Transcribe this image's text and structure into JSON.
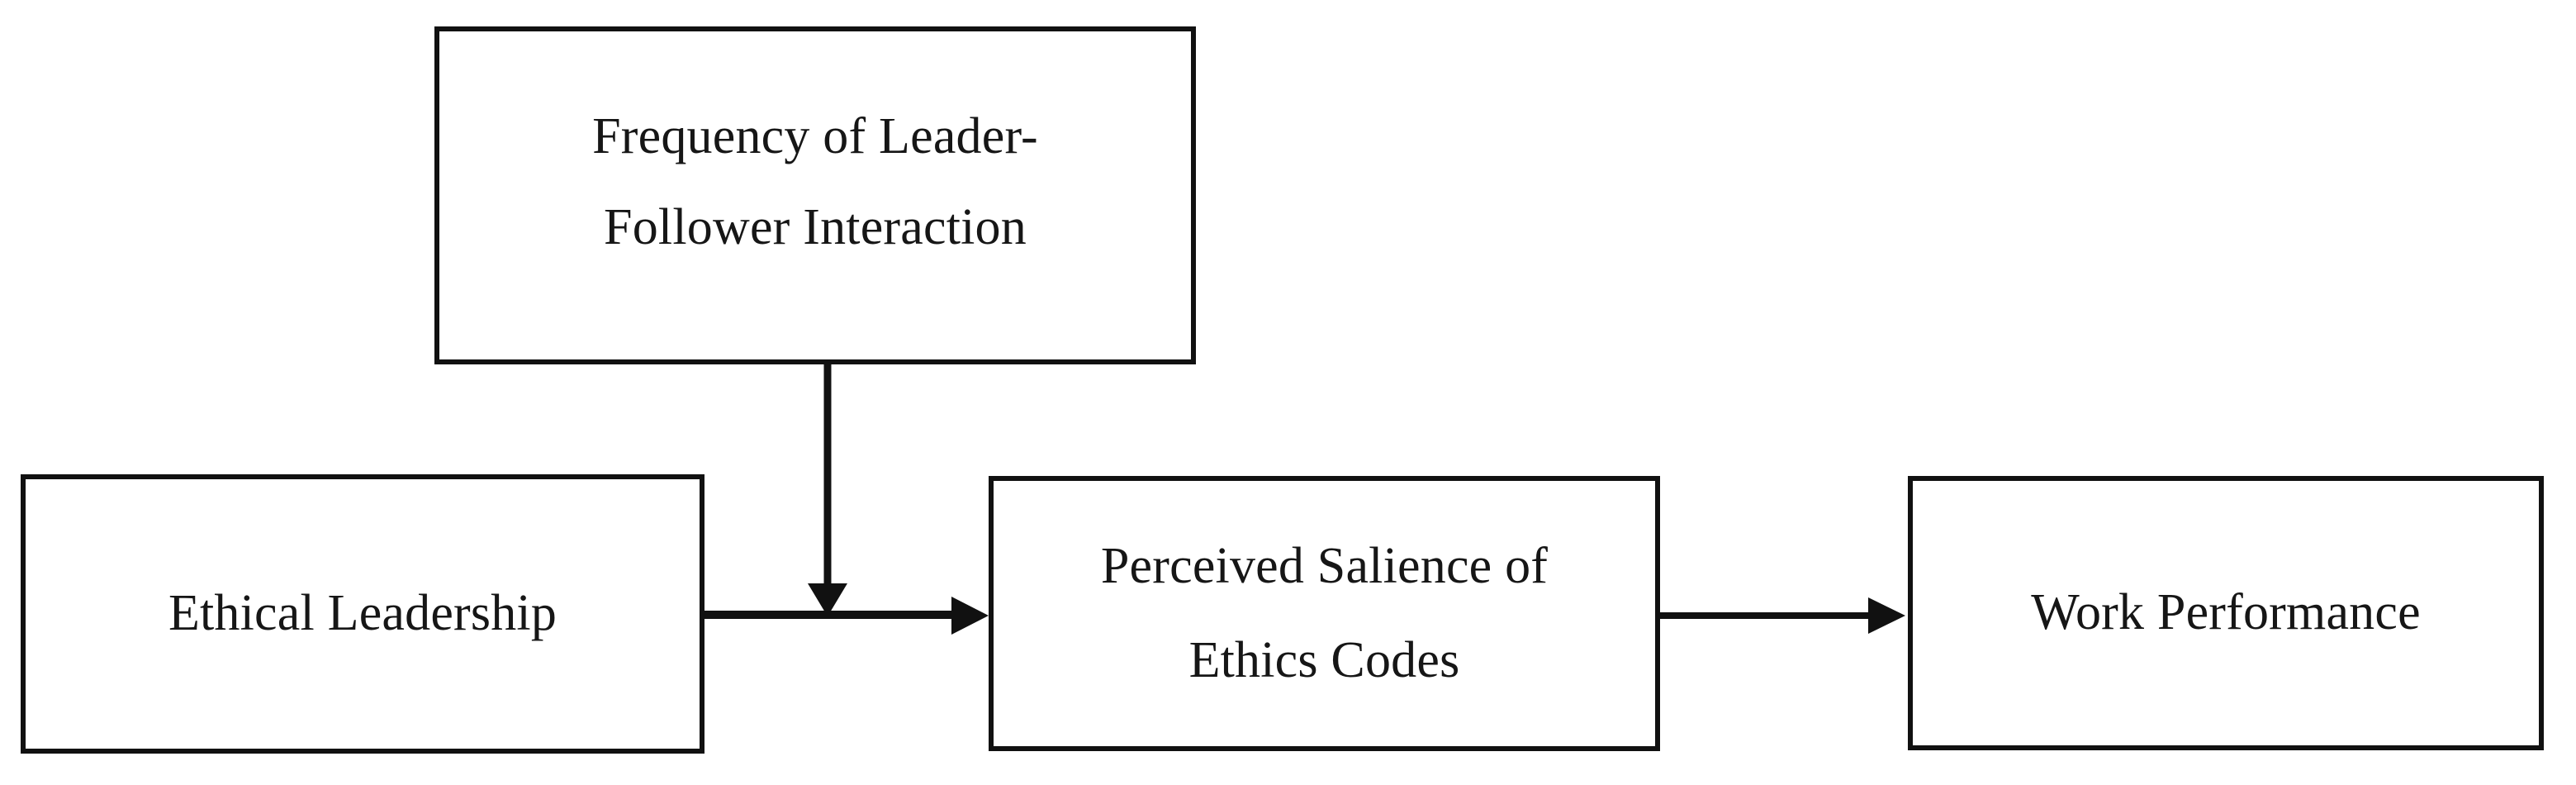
{
  "diagram": {
    "type": "conceptual-model-flow",
    "background_color": "#ffffff",
    "line_color": "#111111",
    "text_color": "#161616",
    "nodes": [
      {
        "id": "moderator",
        "name": "frequency-of-leader-follower-interaction",
        "line_1": "Frequency of Leader-",
        "line_2": "Follower Interaction",
        "role": "moderator"
      },
      {
        "id": "predictor",
        "name": "ethical-leadership",
        "line_1": "Ethical Leadership",
        "role": "independent-variable"
      },
      {
        "id": "mediator",
        "name": "perceived-salience-of-ethics-codes",
        "line_1": "Perceived Salience of",
        "line_2": "Ethics Codes",
        "role": "mediator"
      },
      {
        "id": "outcome",
        "name": "work-performance",
        "line_1": "Work Performance",
        "role": "dependent-variable"
      }
    ],
    "edges": [
      {
        "id": "edge-moderation",
        "name": "moderator-to-path-arrow",
        "from": "moderator",
        "to": "edge-predictor-mediator",
        "direction": "down",
        "style": "solid-arrow"
      },
      {
        "id": "edge-predictor-mediator",
        "name": "ethical-leadership-to-ethics-codes-arrow",
        "from": "predictor",
        "to": "mediator",
        "direction": "right",
        "style": "solid-arrow"
      },
      {
        "id": "edge-mediator-outcome",
        "name": "ethics-codes-to-work-performance-arrow",
        "from": "mediator",
        "to": "outcome",
        "direction": "right",
        "style": "solid-arrow"
      }
    ]
  }
}
